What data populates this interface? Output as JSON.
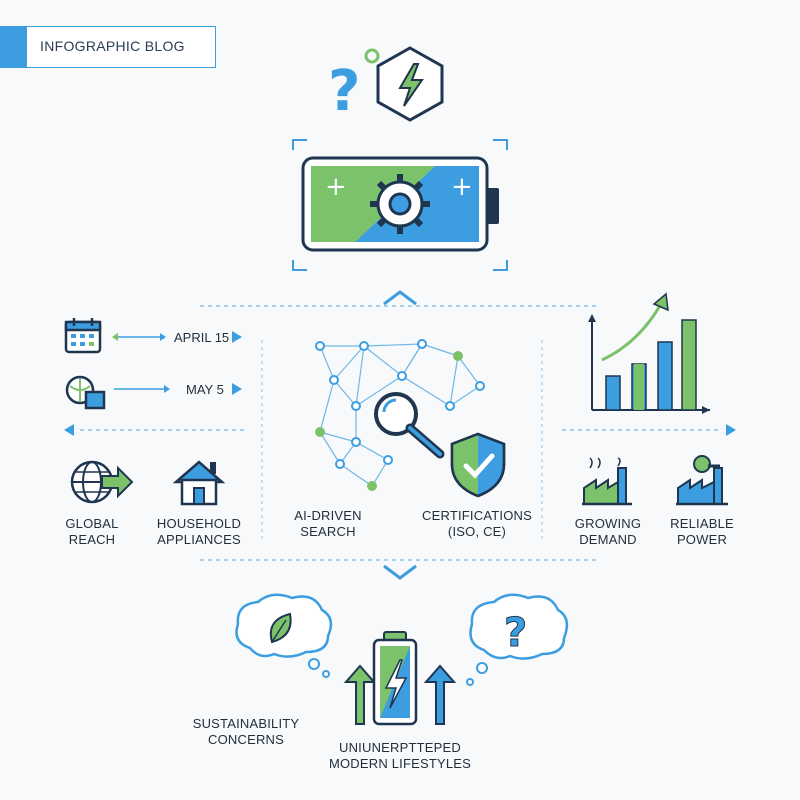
{
  "header": {
    "title": "INFOGRAPHIC BLOG"
  },
  "left": {
    "timeline": [
      {
        "date": "APRIL 15",
        "icon": "calendar-icon"
      },
      {
        "date": "MAY 5",
        "icon": "globe-plug-icon"
      }
    ],
    "items": [
      {
        "line1": "GLOBAL",
        "line2": "REACH",
        "icon": "globe-arrow-icon"
      },
      {
        "line1": "HOUSEHOLD",
        "line2": "APPLIANCES",
        "icon": "house-icon"
      }
    ]
  },
  "center": {
    "items": [
      {
        "line1": "AI-DRIVEN",
        "line2": "SEARCH",
        "icon": "network-search-icon"
      },
      {
        "line1": "CERTIFICATIONS",
        "line2": "(ISO, CE)",
        "icon": "shield-check-icon"
      }
    ]
  },
  "right": {
    "items": [
      {
        "line1": "GROWING",
        "line2": "DEMAND",
        "icon": "factory-icon"
      },
      {
        "line1": "RELIABLE",
        "line2": "POWER",
        "icon": "factory-power-icon"
      }
    ]
  },
  "bottom": {
    "left_label": {
      "line1": "SUSTAINABILITY",
      "line2": "CONCERNS"
    },
    "center_label": {
      "line1": "UNIUNERPTTEPED",
      "line2": "MODERN LIFESTYLES"
    }
  },
  "colors": {
    "blue": "#3c9ee0",
    "green": "#7cc26a",
    "navy": "#1f3550",
    "light_blue": "#bfe0f5"
  }
}
